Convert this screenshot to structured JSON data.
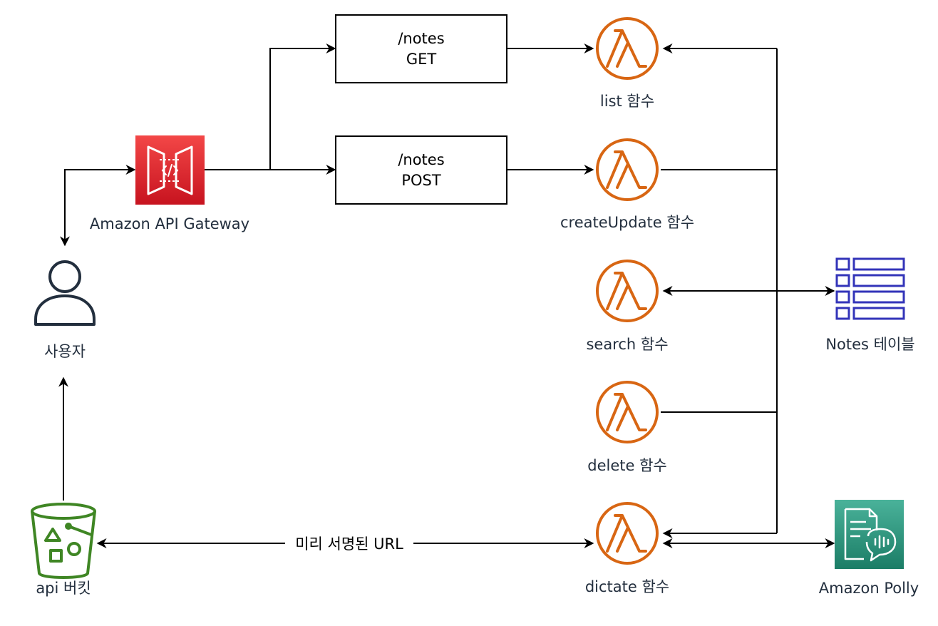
{
  "colors": {
    "lambda": "#d86613",
    "api_gateway_top": "#f34747",
    "api_gateway_bottom": "#c7131f",
    "dynamodb": "#3334b9",
    "s3": "#3f8624",
    "polly_top": "#4ab29a",
    "polly_bottom": "#1b7d66",
    "user": "#232f3e",
    "line": "#000000"
  },
  "nodes": {
    "api_gateway": {
      "label": "Amazon API Gateway",
      "icon": "api-gateway-icon"
    },
    "user": {
      "label": "사용자",
      "icon": "user-icon"
    },
    "bucket": {
      "label": "api 버킷",
      "icon": "s3-bucket-icon"
    },
    "route_get": {
      "path": "/notes",
      "method": "GET"
    },
    "route_post": {
      "path": "/notes",
      "method": "POST"
    },
    "fn_list": {
      "label": "list 함수",
      "icon": "lambda-icon"
    },
    "fn_create_update": {
      "label": "createUpdate 함수",
      "icon": "lambda-icon"
    },
    "fn_search": {
      "label": "search 함수",
      "icon": "lambda-icon"
    },
    "fn_delete": {
      "label": "delete 함수",
      "icon": "lambda-icon"
    },
    "fn_dictate": {
      "label": "dictate 함수",
      "icon": "lambda-icon"
    },
    "notes_table": {
      "label": "Notes 테이블",
      "icon": "dynamodb-table-icon"
    },
    "polly": {
      "label": "Amazon Polly",
      "icon": "polly-icon"
    }
  },
  "edges": {
    "presigned_url": {
      "label": "미리 서명된 URL"
    }
  }
}
